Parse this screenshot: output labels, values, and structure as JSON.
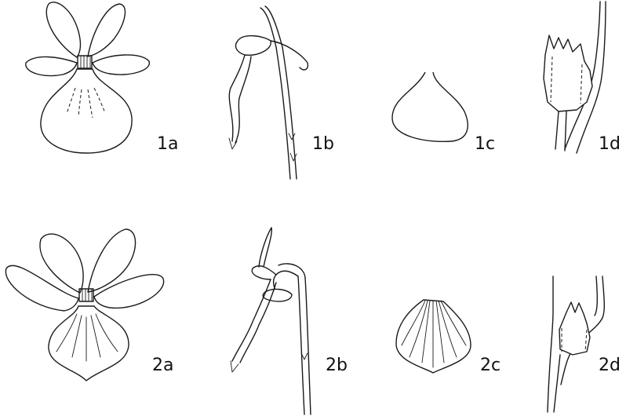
{
  "figures": [
    {
      "id": "1a",
      "label": "1a"
    },
    {
      "id": "1b",
      "label": "1b"
    },
    {
      "id": "1c",
      "label": "1c"
    },
    {
      "id": "1d",
      "label": "1d"
    },
    {
      "id": "2a",
      "label": "2a"
    },
    {
      "id": "2b",
      "label": "2b"
    },
    {
      "id": "2c",
      "label": "2c"
    },
    {
      "id": "2d",
      "label": "2d"
    }
  ]
}
